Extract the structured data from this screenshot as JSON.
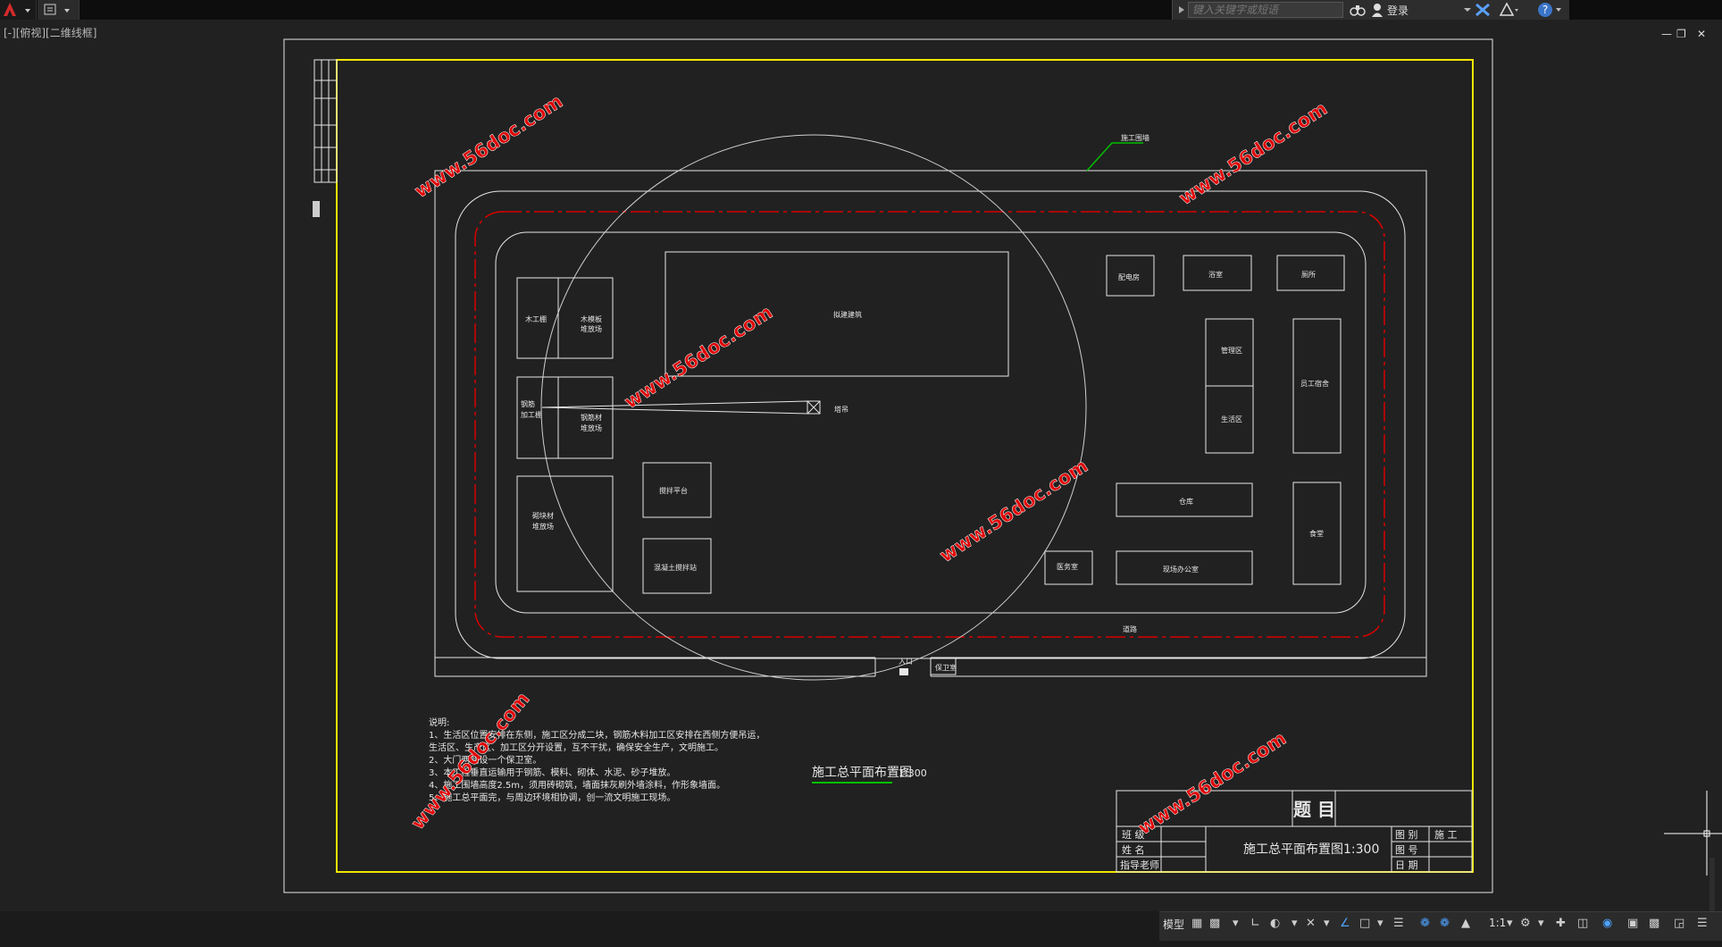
{
  "toolbar": {
    "app_menu_icon": "autocad-logo-icon",
    "qat_icon": "workspace-icon",
    "search_placeholder": "键入关键字或短语",
    "login_label": "登录"
  },
  "viewport": {
    "label": "[-][俯视][二维线框]"
  },
  "drawing": {
    "crane_label": "塔吊",
    "gate_label": "入口",
    "guard_label": "保卫室",
    "road_label": "道路",
    "temp_fence_label": "施工围墙",
    "buildings": {
      "b1": "木工棚",
      "b2a": "木模板",
      "b2b": "堆放场",
      "b3a": "钢筋",
      "b3b": "加工棚",
      "b4a": "钢筋材",
      "b4b": "堆放场",
      "b5a": "砌块材",
      "b5b": "堆放场",
      "b6": "搅拌平台",
      "b7": "混凝土搅拌站",
      "b8": "拟建建筑",
      "b9": "配电房",
      "b10": "浴室",
      "b11": "厕所",
      "b12": "管理区",
      "b13": "生活区",
      "b14": "员工宿舍",
      "b15": "仓库",
      "b16": "医务室",
      "b17": "现场办公室",
      "b18": "食堂"
    },
    "notes_title": "说明:",
    "notes": [
      "1、生活区位置安排在东侧，施工区分成二块，钢筋木料加工区安排在西侧方便吊运，",
      "生活区、生产区、加工区分开设置，互不干扰，确保安全生产，文明施工。",
      "2、大门两侧设一个保卫室。",
      "3、本工程垂直运输用于钢筋、模料、砌体、水泥、砂子堆放。",
      "4、施工围墙高度2.5m，须用砖砌筑，墙面抹灰刷外墙涂料，作形象墙面。",
      "5、施工总平面完，与周边环境相协调，创一流文明施工现场。"
    ],
    "plan_title": "施工总平面布置图",
    "plan_scale": "1:300",
    "watermark": "www.56doc.com"
  },
  "titleblock": {
    "heading": "题 目",
    "drawing_name": "施工总平面布置图1:300",
    "left_rows": [
      "班 级",
      "姓 名",
      "指导老师"
    ],
    "right_rows": [
      "图 别",
      "图 号",
      "日 期"
    ],
    "right_value": "施 工"
  },
  "statusbar": {
    "model_label": "模型",
    "scale_label": "1:1"
  },
  "colors": {
    "background": "#212121",
    "frame_yellow": "#f2e600",
    "line_white": "#e6e6e6",
    "red_dash": "#d90000",
    "watermark_red": "#e00000",
    "leader_green": "#00c000"
  }
}
